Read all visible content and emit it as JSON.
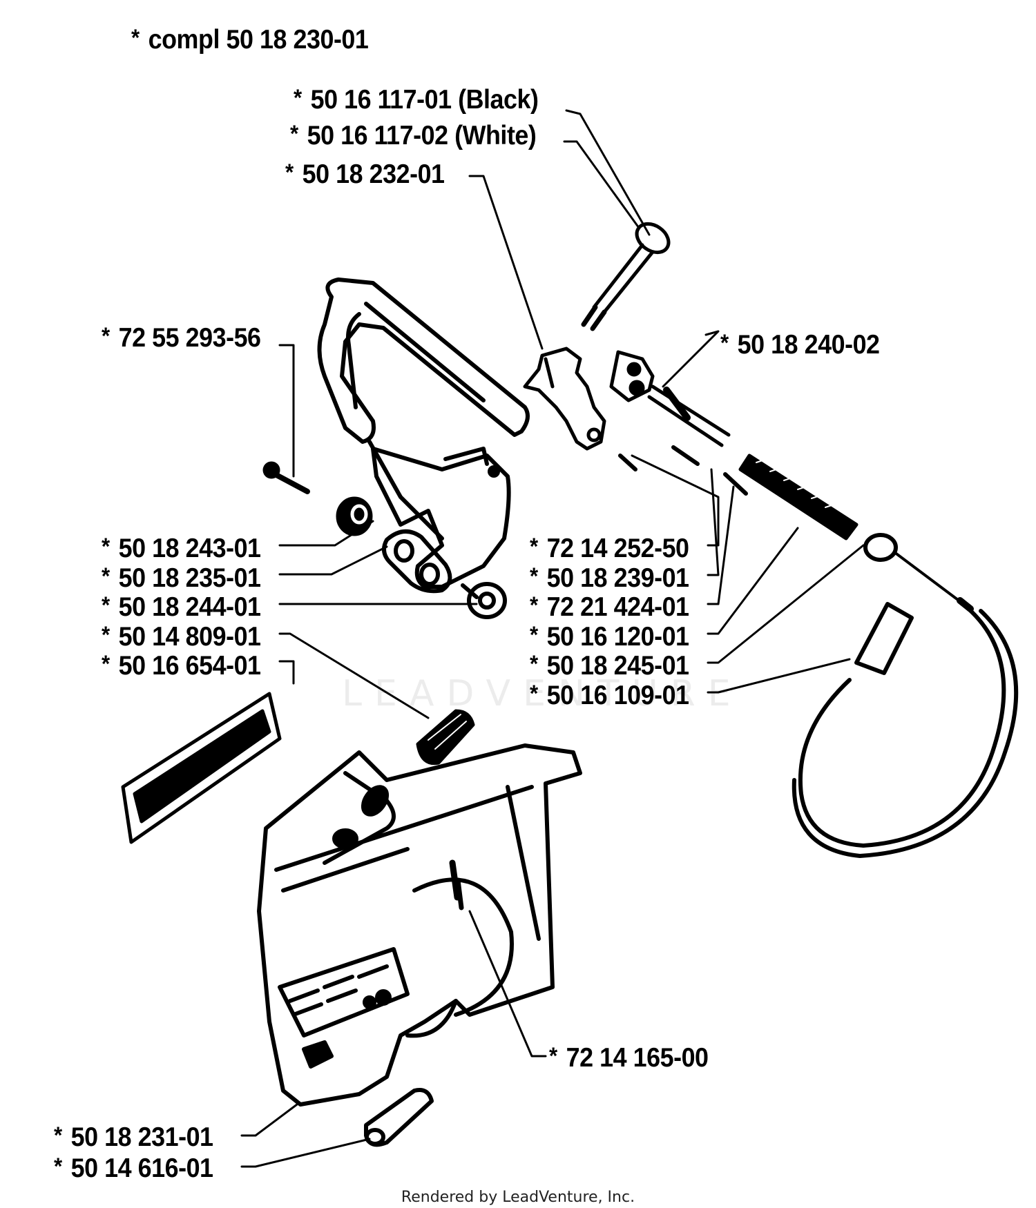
{
  "header": {
    "star": "*",
    "text": "compl 50 18 230-01"
  },
  "watermark": "LEADVENTURE",
  "footer": "Rendered by LeadVenture, Inc.",
  "labels": [
    {
      "star": "*",
      "text": "50 16 117-01 (Black)"
    },
    {
      "star": "*",
      "text": "50 16 117-02 (White)"
    },
    {
      "star": "*",
      "text": "50 18 232-01"
    },
    {
      "star": "*",
      "text": "72 55 293-56"
    },
    {
      "star": "*",
      "text": "50 18 240-02"
    },
    {
      "star": "*",
      "text": "50 18 243-01"
    },
    {
      "star": "*",
      "text": "50 18 235-01"
    },
    {
      "star": "*",
      "text": "50 18 244-01"
    },
    {
      "star": "*",
      "text": "50 14 809-01"
    },
    {
      "star": "*",
      "text": "50 16 654-01"
    },
    {
      "star": "*",
      "text": "72 14 252-50"
    },
    {
      "star": "*",
      "text": "50 18 239-01"
    },
    {
      "star": "*",
      "text": "72 21 424-01"
    },
    {
      "star": "*",
      "text": "50 16 120-01"
    },
    {
      "star": "*",
      "text": "50 18 245-01"
    },
    {
      "star": "*",
      "text": "50 16 109-01"
    },
    {
      "star": "*",
      "text": "72 14 165-00"
    },
    {
      "star": "*",
      "text": "50 18 231-01"
    },
    {
      "star": "*",
      "text": "50 14 616-01"
    }
  ]
}
